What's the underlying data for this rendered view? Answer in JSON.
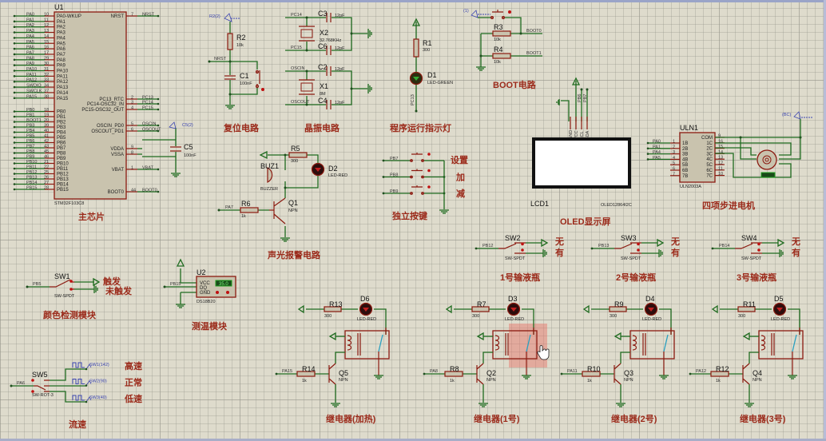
{
  "u1": {
    "ref": "U1",
    "part": "STM32F103C8",
    "title": "主芯片",
    "left_pins": [
      {
        "net": "PA0",
        "num": "10",
        "name": "PA0-WKUP"
      },
      {
        "net": "PA1",
        "num": "11",
        "name": "PA1"
      },
      {
        "net": "PA2",
        "num": "12",
        "name": "PA2"
      },
      {
        "net": "PA3",
        "num": "13",
        "name": "PA3"
      },
      {
        "net": "PA4",
        "num": "14",
        "name": "PA4"
      },
      {
        "net": "PA5",
        "num": "15",
        "name": "PA5"
      },
      {
        "net": "PA6",
        "num": "16",
        "name": "PA6"
      },
      {
        "net": "PA7",
        "num": "17",
        "name": "PA7"
      },
      {
        "net": "PA8",
        "num": "29",
        "name": "PA8"
      },
      {
        "net": "PA9",
        "num": "30",
        "name": "PA9"
      },
      {
        "net": "PA10",
        "num": "31",
        "name": "PA10"
      },
      {
        "net": "PA11",
        "num": "32",
        "name": "PA11"
      },
      {
        "net": "PA12",
        "num": "33",
        "name": "PA12"
      },
      {
        "net": "SWDIO",
        "num": "34",
        "name": "PA13"
      },
      {
        "net": "SWCLK",
        "num": "37",
        "name": "PA14"
      },
      {
        "net": "PA15",
        "num": "38",
        "name": "PA15"
      },
      {
        "net": "PB0",
        "num": "18",
        "name": "PB0"
      },
      {
        "net": "PB1",
        "num": "19",
        "name": "PB1"
      },
      {
        "net": "BOOT1",
        "num": "20",
        "name": "PB2"
      },
      {
        "net": "PB3",
        "num": "39",
        "name": "PB3"
      },
      {
        "net": "PB4",
        "num": "40",
        "name": "PB4"
      },
      {
        "net": "PB5",
        "num": "41",
        "name": "PB5"
      },
      {
        "net": "PB6",
        "num": "42",
        "name": "PB6"
      },
      {
        "net": "PB7",
        "num": "43",
        "name": "PB7"
      },
      {
        "net": "PB8",
        "num": "45",
        "name": "PB8"
      },
      {
        "net": "PB9",
        "num": "46",
        "name": "PB9"
      },
      {
        "net": "PB10",
        "num": "21",
        "name": "PB10"
      },
      {
        "net": "PB11",
        "num": "22",
        "name": "PB11"
      },
      {
        "net": "PB12",
        "num": "25",
        "name": "PB12"
      },
      {
        "net": "PB13",
        "num": "26",
        "name": "PB13"
      },
      {
        "net": "PB14",
        "num": "27",
        "name": "PB14"
      },
      {
        "net": "PB15",
        "num": "28",
        "name": "PB15"
      }
    ],
    "right_pins": [
      {
        "net": "NRST",
        "num": "7",
        "name": "NRST"
      },
      {
        "net": "PC13",
        "num": "2",
        "name": "PC13_RTC"
      },
      {
        "net": "PC14",
        "num": "3",
        "name": "PC14-OSC32_IN"
      },
      {
        "net": "PC15",
        "num": "4",
        "name": "PC15-OSC32_OUT"
      },
      {
        "net": "OSCIN",
        "num": "5",
        "name": "OSCIN_PD0"
      },
      {
        "net": "OSCOUT",
        "num": "6",
        "name": "OSCOUT_PD1"
      },
      {
        "net": "",
        "num": "9",
        "name": "VDDA"
      },
      {
        "net": "",
        "num": "8",
        "name": "VSSA"
      },
      {
        "net": "VBAT",
        "num": "1",
        "name": "VBAT"
      },
      {
        "net": "BOOT0",
        "num": "44",
        "name": "BOOT0"
      }
    ],
    "c5": {
      "ref": "C5",
      "value": "100nF",
      "probe": "C5(2)"
    }
  },
  "reset": {
    "title": "复位电路",
    "probe": "R2(2)",
    "r_ref": "R2",
    "r_val": "10k",
    "net": "NRST",
    "c_ref": "C1",
    "c_val": "100nF"
  },
  "crystal": {
    "title": "晶振电路",
    "top": {
      "net1": "PC14",
      "net2": "PC15",
      "x_ref": "X2",
      "x_val": "32.768KHz",
      "c_a": "C3",
      "c_b": "C6",
      "c_val": "12pF"
    },
    "bottom": {
      "net1": "OSCIN",
      "net2": "OSCOUT",
      "x_ref": "X1",
      "x_val": "8M",
      "c_a": "C2",
      "c_b": "C4",
      "c_val": "12pF"
    }
  },
  "run_led": {
    "title": "程序运行指示灯",
    "r_ref": "R1",
    "r_val": "300",
    "d_ref": "D1",
    "d_val": "LED-GREEN",
    "net": "PC13"
  },
  "boot": {
    "title": "BOOT电路",
    "probe": "(1)",
    "r3": "R3",
    "r4": "R4",
    "r_val": "10k",
    "net0": "BOOT0",
    "net1": "BOOT1"
  },
  "oled": {
    "title": "OLED显示屏",
    "ref": "LCD1",
    "part": "OLED12864I2C",
    "pins": [
      "GND",
      "VCC",
      "SCL",
      "SDA"
    ],
    "nets": [
      "PB6",
      "PB7"
    ]
  },
  "stepper": {
    "title": "四项步进电机",
    "ref": "ULN1",
    "part": "ULN2003A",
    "probe": "(BC)",
    "in_nets": [
      "PA0",
      "PA1",
      "PA4",
      "PA5"
    ],
    "left_pins": [
      {
        "num": "1",
        "name": "1B"
      },
      {
        "num": "2",
        "name": "2B"
      },
      {
        "num": "3",
        "name": "3B"
      },
      {
        "num": "4",
        "name": "4B"
      },
      {
        "num": "5",
        "name": "5B"
      },
      {
        "num": "6",
        "name": "6B"
      },
      {
        "num": "7",
        "name": "7B"
      }
    ],
    "right_pins": [
      {
        "num": "9",
        "name": "COM"
      },
      {
        "num": "16",
        "name": "1C"
      },
      {
        "num": "15",
        "name": "2C"
      },
      {
        "num": "14",
        "name": "3C"
      },
      {
        "num": "13",
        "name": "4C"
      },
      {
        "num": "12",
        "name": "5C"
      },
      {
        "num": "11",
        "name": "6C"
      },
      {
        "num": "10",
        "name": "7C"
      }
    ]
  },
  "alarm": {
    "title": "声光报警电路",
    "buz_ref": "BUZ1",
    "buz_val": "BUZZER",
    "r5": "R5",
    "r5_val": "300",
    "d_ref": "D2",
    "d_val": "LED-RED",
    "q_ref": "Q1",
    "q_val": "NPN",
    "r6": "R6",
    "r6_val": "1k",
    "net": "PA7"
  },
  "keys": {
    "title": "独立按键",
    "nets": [
      "PB7",
      "PB8",
      "PB9"
    ],
    "labels": [
      "设置",
      "加",
      "减"
    ]
  },
  "bottles": [
    {
      "sw": "SW2",
      "part": "SW-SPDT",
      "net": "PB12",
      "title": "1号输液瓶",
      "labels": [
        "无",
        "有"
      ]
    },
    {
      "sw": "SW3",
      "part": "SW-SPDT",
      "net": "PB13",
      "title": "2号输液瓶",
      "labels": [
        "无",
        "有"
      ]
    },
    {
      "sw": "SW4",
      "part": "SW-SPDT",
      "net": "PB14",
      "title": "3号输液瓶",
      "labels": [
        "无",
        "有"
      ]
    }
  ],
  "color": {
    "sw": "SW1",
    "part": "SW-SPDT",
    "net": "PB5",
    "title": "颜色检测模块",
    "labels": [
      "触发",
      "未触发"
    ]
  },
  "temp": {
    "ref": "U2",
    "part": "DS18B20",
    "net": "PB15",
    "reading": "35.0",
    "title": "测温模块",
    "pins": [
      {
        "num": "3",
        "name": "VCC"
      },
      {
        "num": "2",
        "name": "DQ"
      },
      {
        "num": "1",
        "name": "GND"
      }
    ]
  },
  "flow": {
    "sw": "SW5",
    "part": "SW-ROT-3",
    "net": "PA6",
    "title": "流速",
    "gens": [
      {
        "name": "SW1(142)",
        "label": "高速"
      },
      {
        "name": "SW2(90)",
        "label": "正常"
      },
      {
        "name": "SW3(40)",
        "label": "低速"
      }
    ]
  },
  "relays": [
    {
      "title": "继电器(加热)",
      "r_led": "R13",
      "r_led_val": "300",
      "d": "D6",
      "d_val": "LED-RED",
      "r_b": "R14",
      "r_b_val": "1k",
      "q": "Q5",
      "q_val": "NPN",
      "net": "PA15"
    },
    {
      "title": "继电器(1号)",
      "r_led": "R7",
      "r_led_val": "300",
      "d": "D3",
      "d_val": "LED-RED",
      "r_b": "R8",
      "r_b_val": "1k",
      "q": "Q2",
      "q_val": "NPN",
      "net": "PA8"
    },
    {
      "title": "继电器(2号)",
      "r_led": "R9",
      "r_led_val": "300",
      "d": "D4",
      "d_val": "LED-RED",
      "r_b": "R10",
      "r_b_val": "1k",
      "q": "Q3",
      "q_val": "NPN",
      "net": "PA11"
    },
    {
      "title": "继电器(3号)",
      "r_led": "R11",
      "r_led_val": "300",
      "d": "D5",
      "d_val": "LED-RED",
      "r_b": "R12",
      "r_b_val": "1k",
      "q": "Q4",
      "q_val": "NPN",
      "net": "PA12"
    }
  ]
}
